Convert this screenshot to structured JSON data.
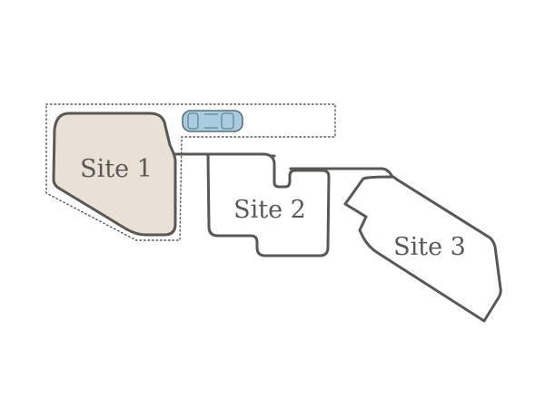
{
  "colors": {
    "outline": "#5a5855",
    "site1_fill": "#e9e1d6",
    "site_fill": "#ffffff",
    "label": "#5a5855",
    "dotted_boundary": "#555555",
    "car_fill": "#a9cde0",
    "car_outline": "#5b6f7a"
  },
  "sites": [
    {
      "id": "site-1",
      "label": "Site 1",
      "highlighted": true
    },
    {
      "id": "site-2",
      "label": "Site 2",
      "highlighted": false
    },
    {
      "id": "site-3",
      "label": "Site 3",
      "highlighted": false
    }
  ],
  "icons": {
    "parking": "car-icon"
  }
}
